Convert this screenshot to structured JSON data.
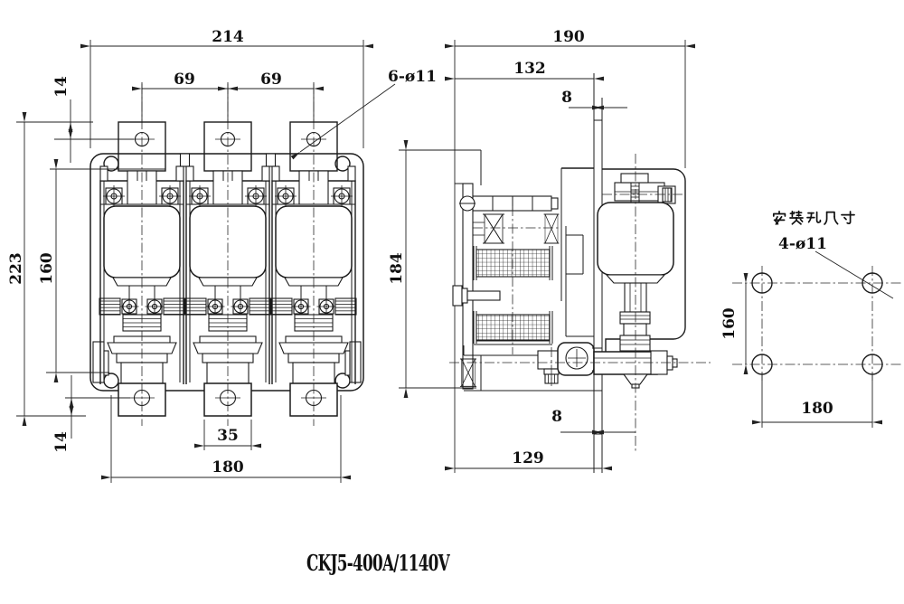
{
  "drawing": {
    "title": "CKJ5-400A/1140V",
    "front": {
      "dim_width_top": "214",
      "dim_pole_pitch_left": "69",
      "dim_pole_pitch_right": "69",
      "top_holes_label": "6-ø11",
      "dim_height_total": "223",
      "dim_mount_height": "160",
      "dim_tab_top": "14",
      "dim_tab_bottom": "14",
      "dim_tab_width": "35",
      "dim_mount_width": "180"
    },
    "side": {
      "dim_depth_total": "190",
      "dim_depth_to_flange": "132",
      "dim_flange_thick_top": "8",
      "dim_height": "184",
      "dim_flange_thick_bottom": "8",
      "dim_depth_bottom": "129"
    },
    "mount": {
      "title": "安装孔尺寸",
      "holes_label": "4-ø11",
      "dim_vertical": "160",
      "dim_horizontal": "180"
    },
    "line_color": "#1b1b1b",
    "background": "#ffffff"
  }
}
